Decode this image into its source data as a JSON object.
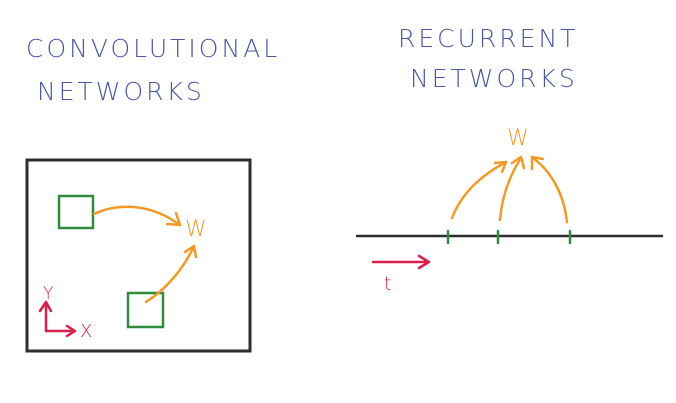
{
  "colors": {
    "title": "#4a56a0",
    "frame": "#2e2e2e",
    "filter_box": "#2e8b3a",
    "arrow": "#f09a2a",
    "axis": "#d8204a",
    "tick": "#2e8b3a"
  },
  "left_panel": {
    "title_line1": "CONVOLUTIONAL",
    "title_line2": "NETWORKS",
    "weight_label": "W",
    "axis_y_label": "Y",
    "axis_x_label": "X"
  },
  "right_panel": {
    "title_line1": "RECURRENT",
    "title_line2": "NETWORKS",
    "weight_label": "W",
    "time_label": "t"
  }
}
